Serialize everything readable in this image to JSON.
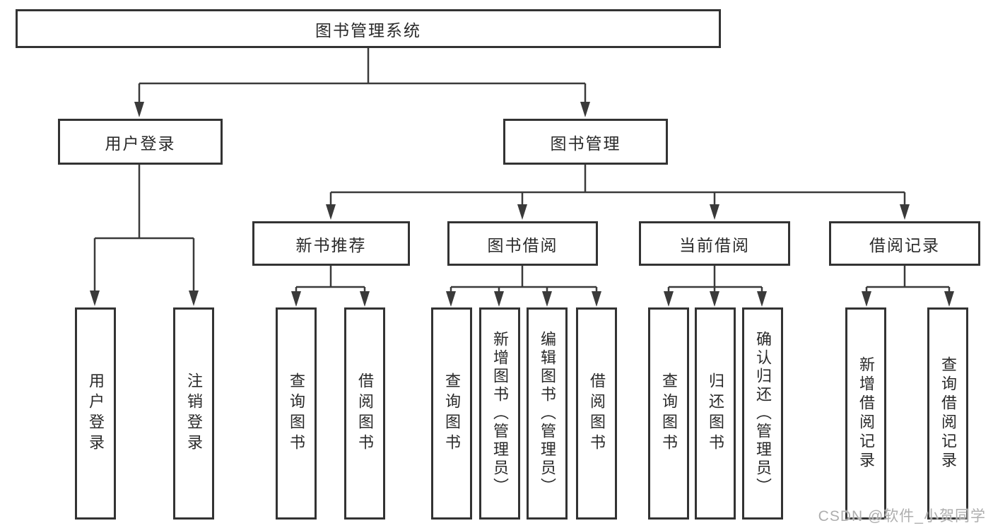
{
  "tree": {
    "root": {
      "label": "图书管理系统",
      "children": [
        {
          "label": "用户登录",
          "children": [
            {
              "label": "用户登录"
            },
            {
              "label": "注销登录"
            }
          ]
        },
        {
          "label": "图书管理",
          "children": [
            {
              "label": "新书推荐",
              "children": [
                {
                  "label": "查询图书"
                },
                {
                  "label": "借阅图书"
                }
              ]
            },
            {
              "label": "图书借阅",
              "children": [
                {
                  "label": "查询图书"
                },
                {
                  "label": "新增图书（管理员）"
                },
                {
                  "label": "编辑图书（管理员）"
                },
                {
                  "label": "借阅图书"
                }
              ]
            },
            {
              "label": "当前借阅",
              "children": [
                {
                  "label": "查询图书"
                },
                {
                  "label": "归还图书"
                },
                {
                  "label": "确认归还（管理员）"
                }
              ]
            },
            {
              "label": "借阅记录",
              "children": [
                {
                  "label": "新增借阅记录"
                },
                {
                  "label": "查询借阅记录"
                }
              ]
            }
          ]
        }
      ]
    }
  },
  "watermark": "CSDN @软件_小贺同学",
  "colors": {
    "line": "#3a3a3a",
    "box_border": "#333333",
    "box_fill": "#ffffff",
    "text": "#2a2a2a",
    "watermark": "#aeaeae"
  }
}
